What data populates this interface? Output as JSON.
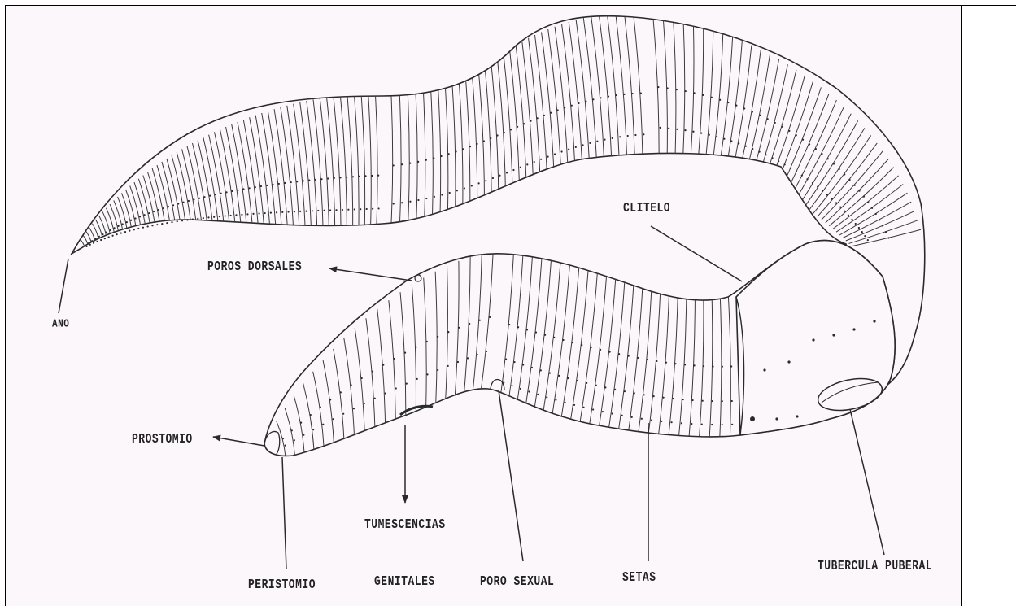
{
  "labels": {
    "ano": "ANO",
    "poros_dorsales": "POROS DORSALES",
    "clitelo": "CLITELO",
    "prostomio": "PROSTOMIO",
    "tumescencias": "TUMESCENCIAS",
    "peristomio": "PERISTOMIO",
    "genitales": "GENITALES",
    "poro_sexual": "PORO SEXUAL",
    "setas": "SETAS",
    "tubercula_puberal": "TUBERCULA PUBERAL"
  },
  "colors": {
    "ink": "#2a2a2a",
    "panel": "#fcf7fb"
  }
}
